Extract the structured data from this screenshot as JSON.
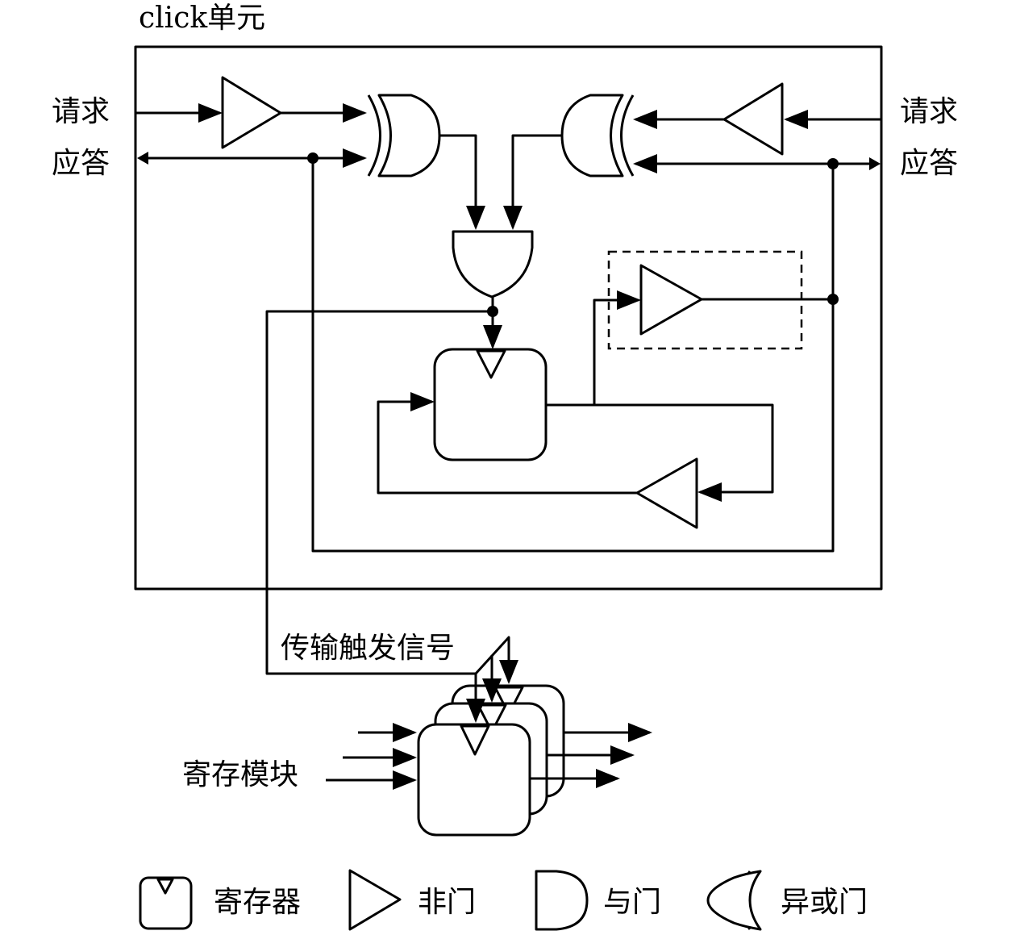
{
  "title": "click单元",
  "left_labels": {
    "request": "请求",
    "ack": "应答"
  },
  "right_labels": {
    "request": "请求",
    "ack": "应答"
  },
  "trigger_label": "传输触发信号",
  "register_module_label": "寄存模块",
  "legend": [
    {
      "icon": "register-icon",
      "label": "寄存器"
    },
    {
      "icon": "not-gate-icon",
      "label": "非门"
    },
    {
      "icon": "and-gate-icon",
      "label": "与门"
    },
    {
      "icon": "xor-gate-icon",
      "label": "异或门"
    }
  ]
}
